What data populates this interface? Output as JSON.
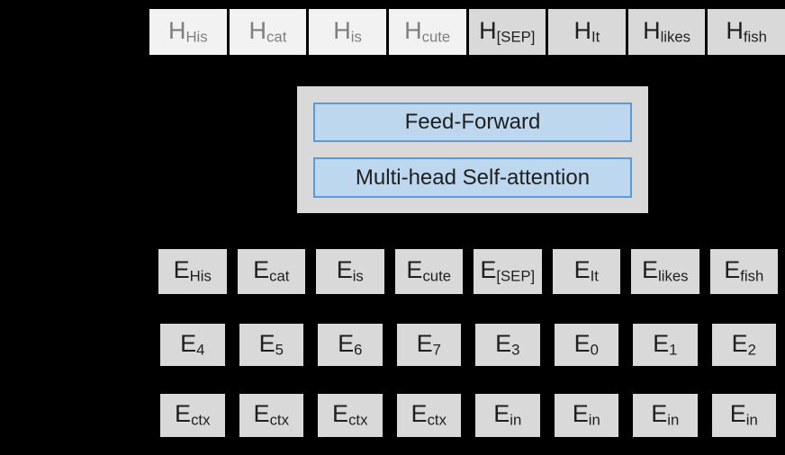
{
  "colors": {
    "canvas_bg": "#000000",
    "light_cell_fill": "#f2f2f2",
    "light_cell_text": "#7f7f7f",
    "gray_cell_fill": "#d9d9d9",
    "dark_text": "#1f1f1f",
    "block_fill": "#d9d9d9",
    "blue_fill": "#bdd7ee",
    "blue_border": "#5b9bd5"
  },
  "transformer": {
    "feed_forward_label": "Feed-Forward",
    "self_attention_label": "Multi-head Self-attention"
  },
  "hidden_row": {
    "prefix": "H",
    "cells": [
      {
        "sub": "His",
        "variant": "light"
      },
      {
        "sub": "cat",
        "variant": "light"
      },
      {
        "sub": "is",
        "variant": "light"
      },
      {
        "sub": "cute",
        "variant": "light"
      },
      {
        "sub": "[SEP]",
        "variant": "gray"
      },
      {
        "sub": "It",
        "variant": "gray"
      },
      {
        "sub": "likes",
        "variant": "gray"
      },
      {
        "sub": "fish",
        "variant": "gray"
      }
    ]
  },
  "embedding_rows": [
    {
      "id": "token-embeddings",
      "prefix": "E",
      "cells": [
        {
          "sub": "His",
          "variant": "gray"
        },
        {
          "sub": "cat",
          "variant": "gray"
        },
        {
          "sub": "is",
          "variant": "gray"
        },
        {
          "sub": "cute",
          "variant": "gray"
        },
        {
          "sub": "[SEP]",
          "variant": "gray"
        },
        {
          "sub": "It",
          "variant": "gray"
        },
        {
          "sub": "likes",
          "variant": "gray"
        },
        {
          "sub": "fish",
          "variant": "gray"
        }
      ]
    },
    {
      "id": "position-embeddings",
      "prefix": "E",
      "cells": [
        {
          "sub": "4",
          "variant": "gray"
        },
        {
          "sub": "5",
          "variant": "gray"
        },
        {
          "sub": "6",
          "variant": "gray"
        },
        {
          "sub": "7",
          "variant": "gray"
        },
        {
          "sub": "3",
          "variant": "gray"
        },
        {
          "sub": "0",
          "variant": "gray"
        },
        {
          "sub": "1",
          "variant": "gray"
        },
        {
          "sub": "2",
          "variant": "gray"
        }
      ]
    },
    {
      "id": "segment-embeddings",
      "prefix": "E",
      "cells": [
        {
          "sub": "ctx",
          "variant": "gray"
        },
        {
          "sub": "ctx",
          "variant": "gray"
        },
        {
          "sub": "ctx",
          "variant": "gray"
        },
        {
          "sub": "ctx",
          "variant": "gray"
        },
        {
          "sub": "in",
          "variant": "gray"
        },
        {
          "sub": "in",
          "variant": "gray"
        },
        {
          "sub": "in",
          "variant": "gray"
        },
        {
          "sub": "in",
          "variant": "gray"
        }
      ]
    }
  ]
}
